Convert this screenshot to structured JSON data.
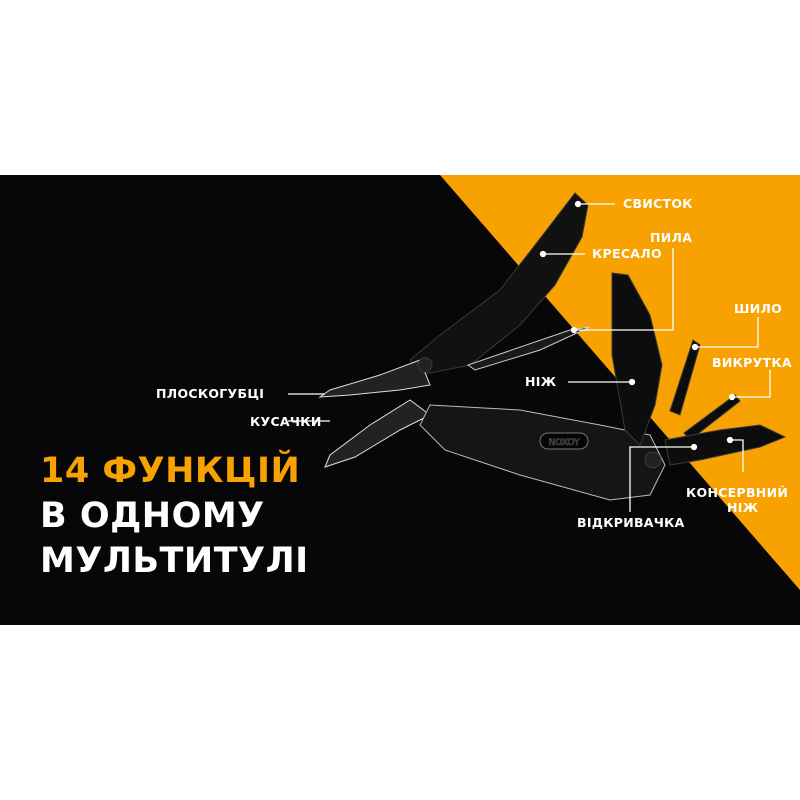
{
  "headline": {
    "line1": "14 ФУНКЦІЙ",
    "line2": "В ОДНОМУ",
    "line3": "МУЛЬТИТУЛІ"
  },
  "brand": "NOXOY",
  "features": {
    "whistle": "СВИСТОК",
    "saw": "ПИЛА",
    "flint": "КРЕСАЛО",
    "awl": "ШИЛО",
    "screwdriver": "ВИКРУТКА",
    "pliers": "ПЛОСКОГУБЦІ",
    "knife": "НІЖ",
    "cutters": "КУСАЧКИ",
    "can_opener_1": "КОНСЕРВНИЙ",
    "can_opener_2": "НІЖ",
    "bottle_opener": "ВІДКРИВАЧКА"
  },
  "colors": {
    "accent": "#f7a200",
    "background": "#070709",
    "text": "#ffffff"
  }
}
